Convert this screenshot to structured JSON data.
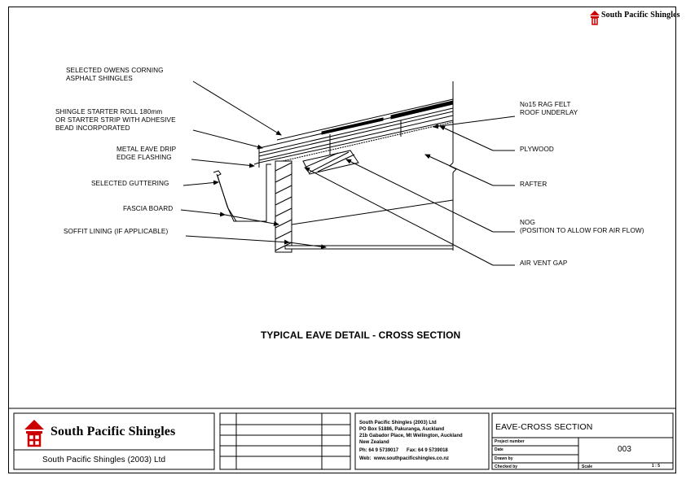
{
  "brand": {
    "name": "South Pacific Shingles",
    "company": "South Pacific Shingles (2003) Ltd"
  },
  "labels": {
    "owens": "SELECTED OWENS CORNING\nASPHALT SHINGLES",
    "starter": "SHINGLE STARTER ROLL 180mm\nOR STARTER STRIP WITH ADHESIVE\nBEAD INCORPORATED",
    "drip": "METAL EAVE DRIP\nEDGE FLASHING",
    "guttering": "SELECTED GUTTERING",
    "fascia": "FASCIA BOARD",
    "soffit": "SOFFIT LINING (IF APPLICABLE)",
    "ragfelt": "No15 RAG FELT\nROOF UNDERLAY",
    "plywood": "PLYWOOD",
    "rafter": "RAFTER",
    "nog": "NOG\n(POSITION TO ALLOW FOR AIR FLOW)",
    "airvent": "AIR VENT GAP"
  },
  "title": "TYPICAL EAVE DETAIL - CROSS SECTION",
  "address": {
    "line1": "South Pacific Shingles (2003) Ltd",
    "line2": "PO Box 51886, Pakuranga, Auckland",
    "line3": "21b Gabador Place, Mt Wellington, Auckland",
    "line4": "New Zealand",
    "line5": "Ph: 64 9 5739017      Fax: 64 9 5739018",
    "line6": "Web:  www.southpacificshingles.co.nz"
  },
  "sheet": {
    "name": "EAVE-CROSS SECTION",
    "project_label": "Project number",
    "date_label": "Date",
    "drawn_label": "Drawn by",
    "checked_label": "Checked by",
    "number": "003",
    "scale_label": "Scale",
    "scale_value": "1 : 5"
  }
}
